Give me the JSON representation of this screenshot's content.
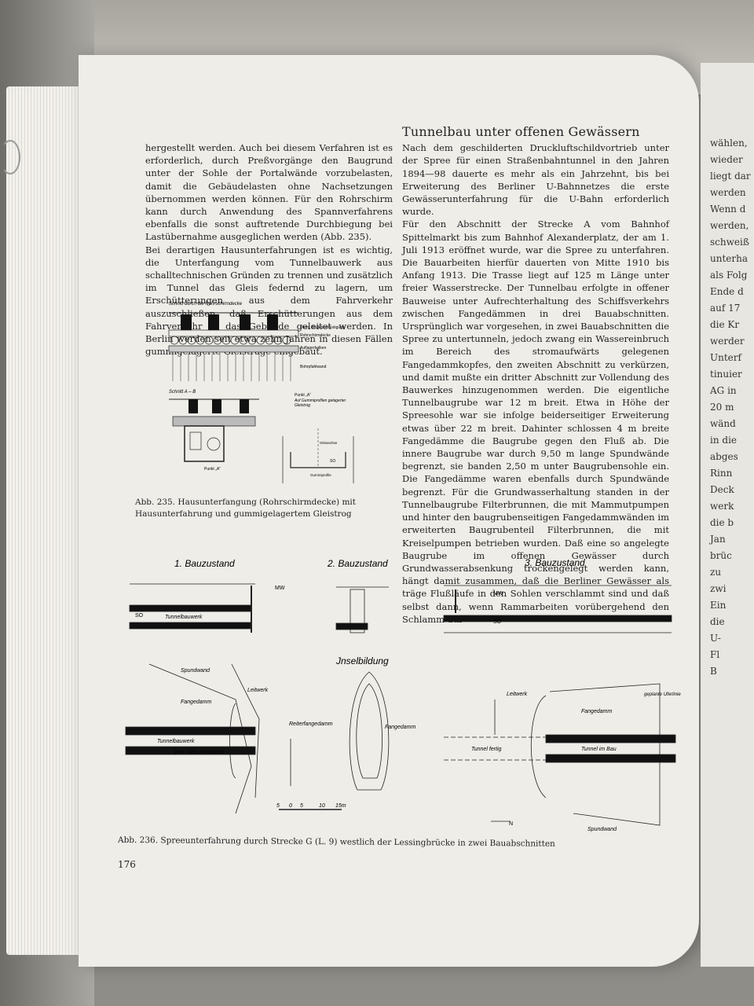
{
  "left_column": {
    "paragraphs": [
      "hergestellt werden. Auch bei diesem Verfahren ist es erforderlich, durch Preßvorgänge den Baugrund unter der Sohle der Portalwände vorzubelasten, damit die Gebäudelasten ohne Nachsetzungen übernommen werden können. Für den Rohrschirm kann durch Anwendung des Spannverfahrens ebenfalls die sonst auftretende Durchbiegung bei Lastübernahme ausgeglichen werden (Abb. 235).",
      "Bei derartigen Hausunterfahrungen ist es wichtig, die Unterfangung vom Tunnelbauwerk aus schalltechnischen Gründen zu trennen und zusätzlich im Tunnel das Gleis federnd zu lagern, um Erschütterungen aus dem Fahrverkehr auszuschließen, daß Erschütterungen aus dem Fahrverkehr in das Gebäude geleitet werden. In Berlin werden seit etwa zehn Jahren in diesen Fällen gummigelagerte Gleisträge eingebaut."
    ]
  },
  "right_column": {
    "heading": "Tunnelbau unter offenen Gewässern",
    "paragraphs": [
      "Nach dem geschilderten Druckluftschildvortrieb unter der Spree für einen Straßenbahntunnel in den Jahren 1894—98 dauerte es mehr als ein Jahrzehnt, bis bei Erweiterung des Berliner U-Bahnnetzes die erste Gewässerunterfahrung für die U-Bahn erforderlich wurde.",
      "Für den Abschnitt der Strecke A vom Bahnhof Spittelmarkt bis zum Bahnhof Alexanderplatz, der am 1. Juli 1913 eröffnet wurde, war die Spree zu unterfahren. Die Bauarbeiten hierfür dauerten von Mitte 1910 bis Anfang 1913. Die Trasse liegt auf 125 m Länge unter freier Wasserstrecke. Der Tunnelbau erfolgte in offener Bauweise unter Aufrechterhaltung des Schiffsverkehrs zwischen Fangedämmen in drei Bauabschnitten. Ursprünglich war vorgesehen, in zwei Bauabschnitten die Spree zu untertunneln, jedoch zwang ein Wassereinbruch im Bereich des stromaufwärts gelegenen Fangedammkopfes, den zweiten Abschnitt zu verkürzen, und damit mußte ein dritter Abschnitt zur Vollendung des Bauwerkes hinzugenommen werden. Die eigentliche Tunnelbaugrube war 12 m breit. Etwa in Höhe der Spreesohle war sie infolge beiderseitiger Erweiterung etwas über 22 m breit. Dahinter schlossen 4 m breite Fangedämme die Baugrube gegen den Fluß ab. Die innere Baugrube war durch 9,50 m lange Spundwände begrenzt, sie banden 2,50 m unter Baugrubensohle ein. Die Fangedämme waren ebenfalls durch Spundwände begrenzt. Für die Grundwasserhaltung standen in der Tunnelbaugrube Filterbrunnen, die mit Mammutpumpen und hinter den baugrubenseitigen Fangedammwänden im erweiterten Baugrubenteil Filterbrunnen, die mit Kreiselpumpen betrieben wurden. Daß eine so angelegte Baugrube im offenen Gewässer durch Grundwasserabsenkung trockengelegt werden kann, hängt damit zusammen, daß die Berliner Gewässer als träge Flußläufe in den Sohlen verschlammt sind und daß selbst dann, wenn Rammarbeiten vorübergehend den Schlamm auf-"
    ]
  },
  "figure235": {
    "label_section1": "Schnitt durch die Rohrschirmdecke",
    "labels": [
      "chem. Bodenverfestigung",
      "Rohrschirmdecke",
      "Auflagerbalken",
      "Bohrpfahlwand"
    ],
    "label_section2": "Schnitt A – B",
    "punkt_a": "Punkt „A“",
    "punkt_a2": "Punkt „A“",
    "gleis_note": "Auf Gummiprofilen gelagerter Gleistrog",
    "gleisachse": "Gleisachse",
    "so": "SO",
    "gummiprofile": "Gummiprofile",
    "caption": "Abb. 235. Hausunterfangung (Rohrschirmdecke) mit Hausunterfahrung und gummigelagertem Gleistrog"
  },
  "figure236": {
    "stage1": "1. Bauzustand",
    "stage2": "2. Bauzustand",
    "stage3": "3. Bauzustand",
    "inselbildung": "Jnselbildung",
    "mw": "MW",
    "so": "SO",
    "tunnelbauwerk": "Tunnelbauwerk",
    "spundwand": "Spundwand",
    "leitwerk": "Leitwerk",
    "fangedamm": "Fangedamm",
    "prov": "prov. Abschlußwand",
    "reiter": "Reiterfangedamm",
    "tunnel_fertig": "Tunnel fertig",
    "tunnel_im_bau": "Tunnel im Bau",
    "uferlinie": "geplante Uferlinie",
    "scale": [
      "5",
      "0",
      "5",
      "10",
      "15m"
    ],
    "north": "N",
    "caption": "Abb. 236. Spreeunterfahrung durch Strecke G (L. 9) westlich der Lessingbrücke in zwei Bauabschnitten"
  },
  "page_number": "176",
  "right_page_fragments": [
    "wählen,",
    "wieder",
    "liegt dar",
    "werden",
    "Wenn d",
    "werden,",
    "schweiß",
    "unterha",
    "als Folg",
    "Ende d",
    "auf 17",
    "die Kr",
    "werder",
    "Unterf",
    "tinuier",
    "AG in",
    "20 m",
    "wänd",
    "in die",
    "abges",
    "Rinn",
    "Deck",
    "werk",
    "die b",
    "Jan",
    "brüc",
    "zu",
    "zwi",
    "Ein",
    "die",
    "U-",
    "Fl",
    "B"
  ]
}
